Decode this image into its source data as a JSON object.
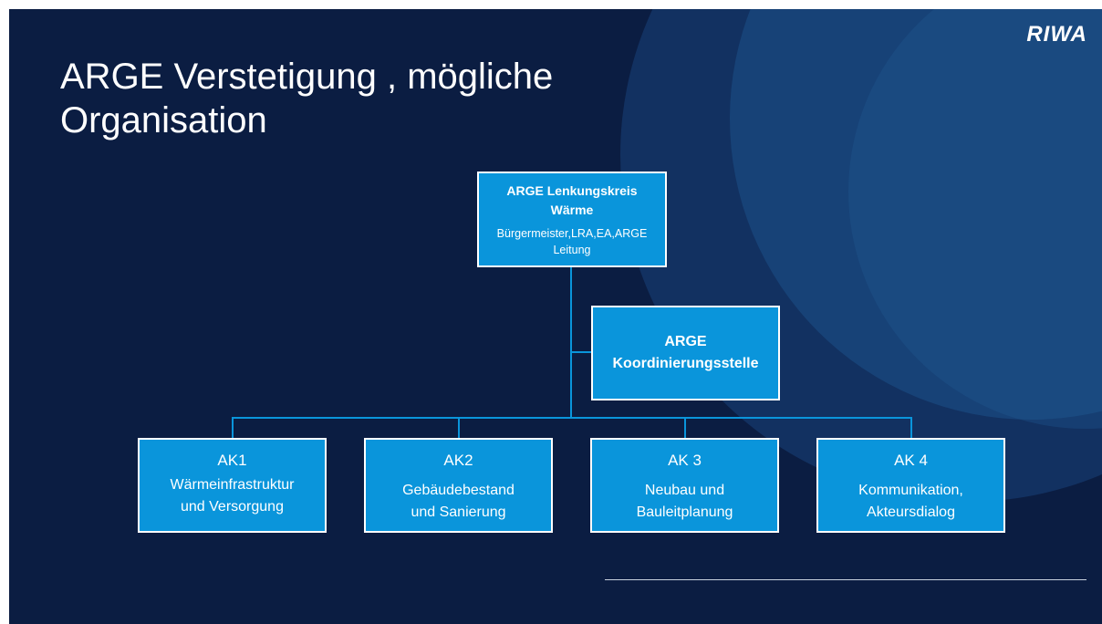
{
  "slide": {
    "logo": "RIWA",
    "title_line1": "ARGE Verstetigung , mögliche",
    "title_line2": "Organisation"
  },
  "org_chart": {
    "top": {
      "title_line1": "ARGE Lenkungskreis",
      "title_line2": "Wärme",
      "sub_line1": "Bürgermeister,LRA,EA,ARGE",
      "sub_line2": "Leitung"
    },
    "coordination": {
      "line1": "ARGE",
      "line2": "Koordinierungsstelle"
    },
    "working_groups": [
      {
        "heading": "AK1",
        "line1": "Wärmeinfrastruktur",
        "line2": "und Versorgung"
      },
      {
        "heading": "AK2",
        "line1": "Gebäudebestand",
        "line2": "und Sanierung"
      },
      {
        "heading": "AK 3",
        "line1": "Neubau und",
        "line2": "Bauleitplanung"
      },
      {
        "heading": "AK 4",
        "line1": "Kommunikation,",
        "line2": "Akteursdialog"
      }
    ]
  },
  "colors": {
    "background": "#0b1d42",
    "box_fill": "#0a95db",
    "accent_circle": "#1b4f86"
  }
}
